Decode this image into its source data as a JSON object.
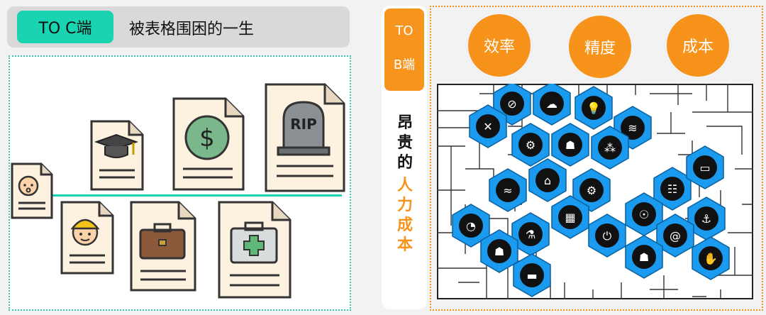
{
  "toc": {
    "tag": "TO C端",
    "title": "被表格围困的一生",
    "docs": [
      {
        "icon": "baby-face-icon"
      },
      {
        "icon": "graduation-cap-icon"
      },
      {
        "icon": "dollar-coin-icon"
      },
      {
        "icon": "rip-tombstone-icon"
      },
      {
        "icon": "child-face-icon"
      },
      {
        "icon": "briefcase-icon"
      },
      {
        "icon": "medical-kit-icon"
      }
    ],
    "rip_text": "RIP"
  },
  "tob": {
    "tag_line1": "TO",
    "tag_line2": "B端",
    "vertical_black": [
      "昂",
      "贵",
      "的"
    ],
    "vertical_orange": [
      "人",
      "力",
      "成",
      "本"
    ],
    "circles": [
      "效率",
      "精度",
      "成本"
    ]
  },
  "colors": {
    "teal": "#1ad3b0",
    "orange": "#f7941d",
    "hex_blue": "#1a9bf0"
  },
  "hex_icons": [
    "gauge-icon",
    "cloud-icon",
    "lightbulb-icon",
    "wifi-icon",
    "tools-icon",
    "gears-icon",
    "team-icon",
    "binary-data-icon",
    "crane-icon",
    "world-map-icon",
    "settings-cycle-icon",
    "org-chart-icon",
    "monitor-icon",
    "pie-chart-icon",
    "circuit-chip-icon",
    "ai-brain-icon",
    "robot-arm-icon",
    "flask-icon",
    "plug-icon",
    "at-sign-icon",
    "worker-icon",
    "astronaut-icon",
    "handshake-icon",
    "truck-icon"
  ]
}
